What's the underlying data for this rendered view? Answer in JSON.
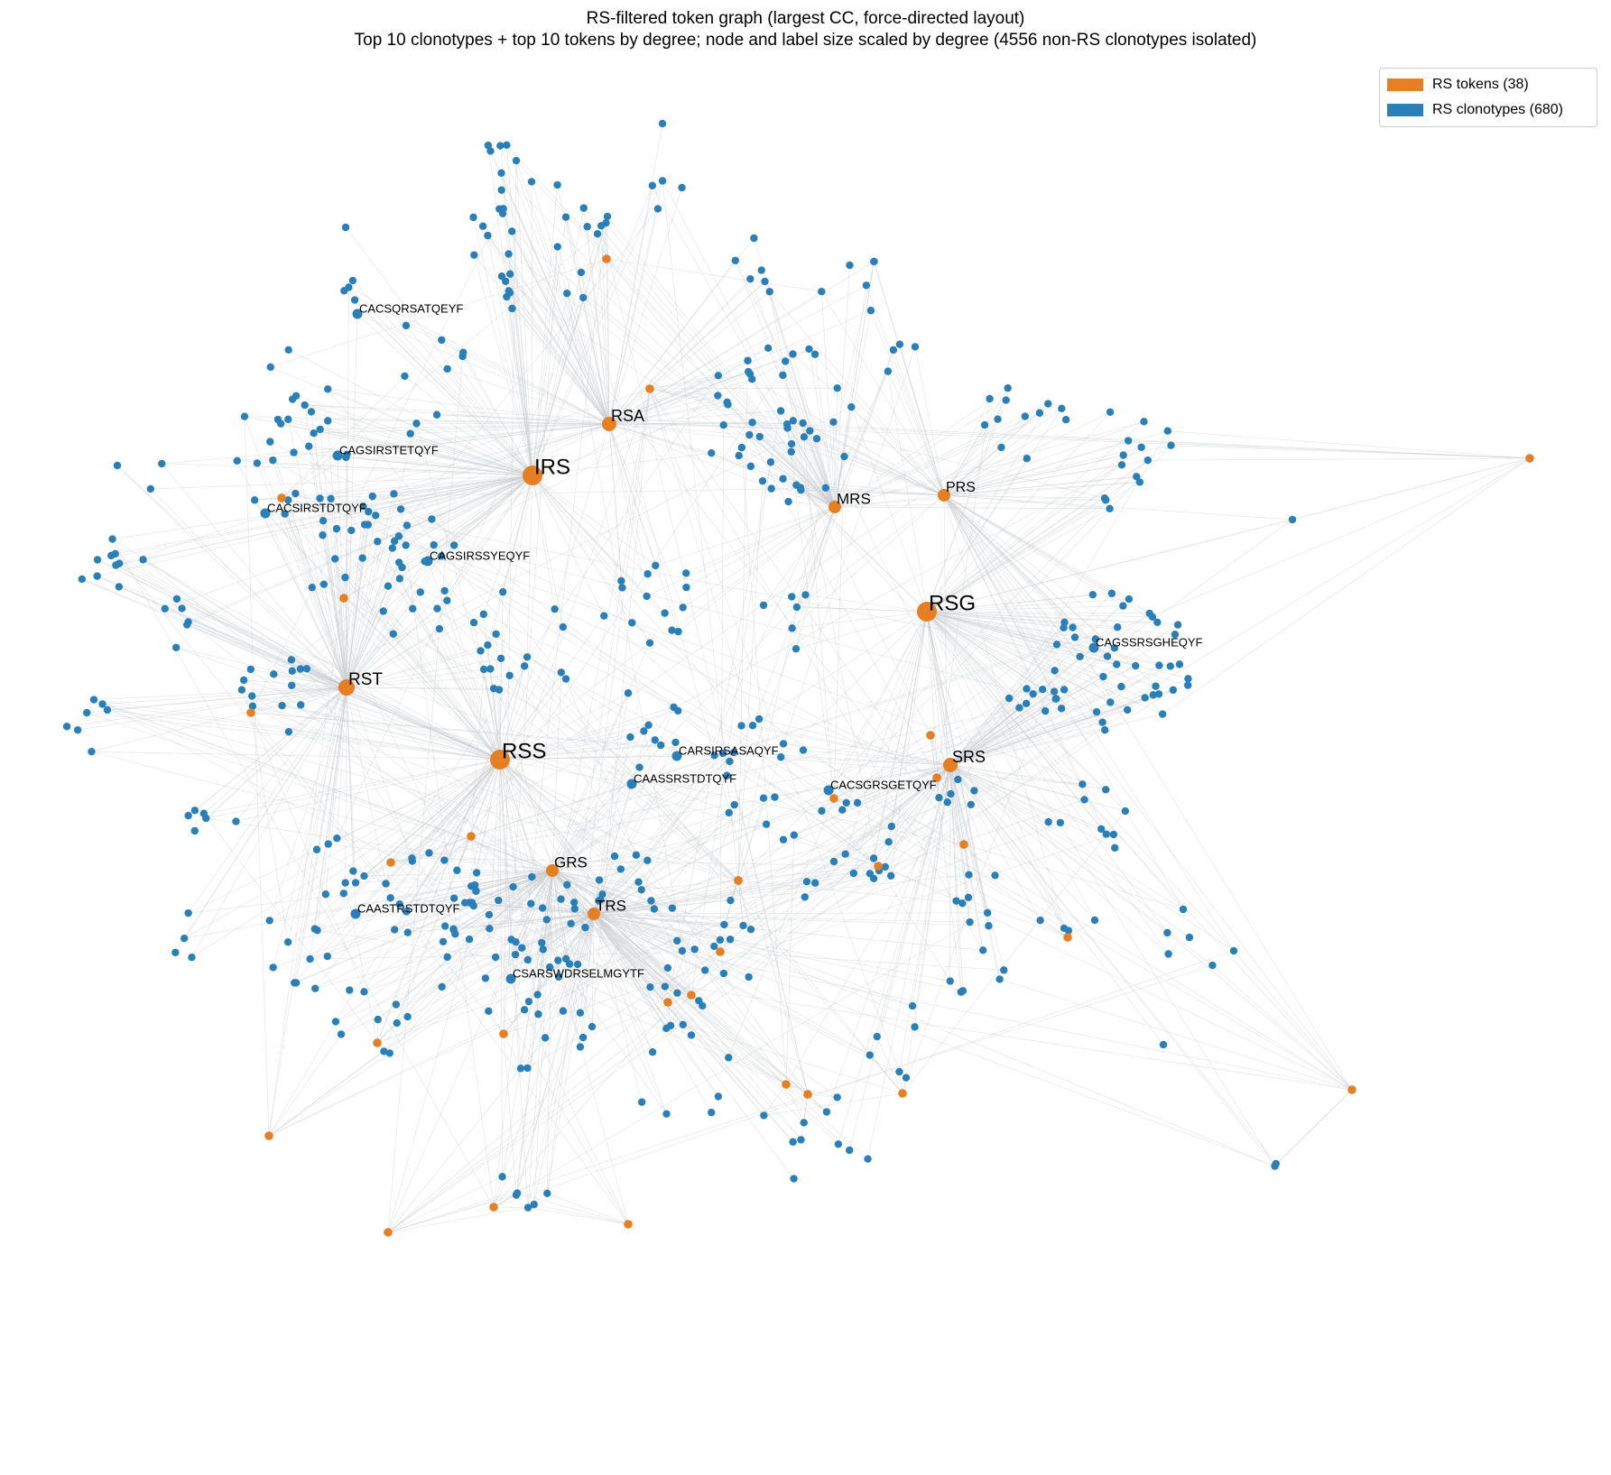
{
  "figure": {
    "title": "RS-filtered token graph (largest CC, force-directed layout)",
    "subtitle": "Top 10 clonotypes + top 10 tokens by degree; node and label size scaled by degree (4556 non-RS clonotypes isolated)"
  },
  "legend": {
    "placement": "top-right",
    "items": [
      {
        "label": "RS tokens (38)",
        "color": "#e67e22"
      },
      {
        "label": "RS clonotypes (680)",
        "color": "#2980b9"
      }
    ]
  },
  "colors": {
    "token": "#e67e22",
    "clonotype": "#2980b9",
    "edge": "#c8ccd0",
    "background": "#ffffff"
  },
  "labeled_tokens": [
    "IRS",
    "RSG",
    "RSS",
    "RST",
    "RSA",
    "MRS",
    "PRS",
    "SRS",
    "GRS",
    "TRS"
  ],
  "labeled_clonotypes": [
    "CACSQRSATQEYF",
    "CAGSIRSTETQYF",
    "CACSIRSTDTQYF",
    "CAGSIRSSYEQYF",
    "CAGSSRSGHEQYF",
    "CARSIRSASAQYF",
    "CAASSRSTDTQYF",
    "CACSGRSGETQYF",
    "CAASTRSTDTQYF",
    "CSARSWDRSELMGYTF"
  ]
}
